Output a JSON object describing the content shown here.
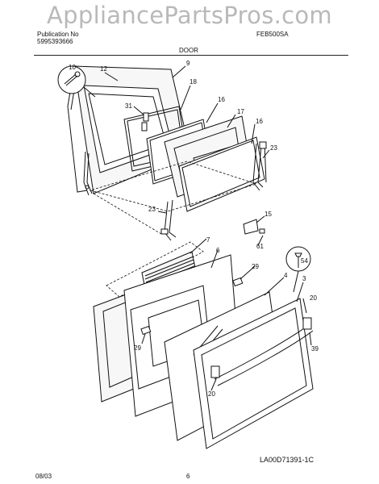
{
  "watermark": "AppliancePartsPros.com",
  "header": {
    "publication_no_label": "Publication No",
    "publication_no": "5995393666",
    "model": "FEB500SA",
    "section_title": "DOOR"
  },
  "footer": {
    "date": "08/03",
    "page_number": "6",
    "figure_id": "LA00D71391-1C"
  },
  "callouts": [
    "10",
    "12",
    "9",
    "18",
    "31",
    "16",
    "17",
    "16",
    "23",
    "23",
    "15",
    "61",
    "7",
    "6",
    "29",
    "54",
    "4",
    "3",
    "20",
    "29",
    "39",
    "20"
  ]
}
